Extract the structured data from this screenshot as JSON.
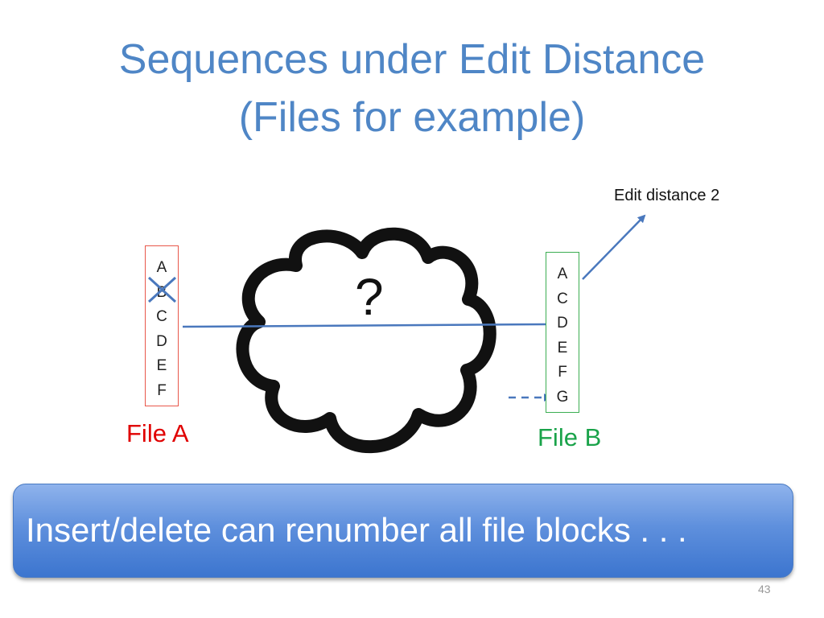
{
  "slide": {
    "title_line1": "Sequences under Edit Distance",
    "title_line2": "(Files for example)",
    "edit_distance_label": "Edit distance 2",
    "question_mark": "?",
    "banner_text": "Insert/delete can renumber all file blocks . . .",
    "slide_number": "43"
  },
  "file_a": {
    "label": "File A",
    "blocks": [
      "A",
      "B",
      "C",
      "D",
      "E",
      "F"
    ],
    "deleted_block": "B"
  },
  "file_b": {
    "label": "File B",
    "blocks": [
      "A",
      "C",
      "D",
      "E",
      "F",
      "G"
    ],
    "inserted_block": "G"
  },
  "colors": {
    "title": "#4f86c6",
    "file_a": "#e00000",
    "file_b": "#1aa34a",
    "arrow": "#4a78bd",
    "banner": "#5f90dd"
  }
}
